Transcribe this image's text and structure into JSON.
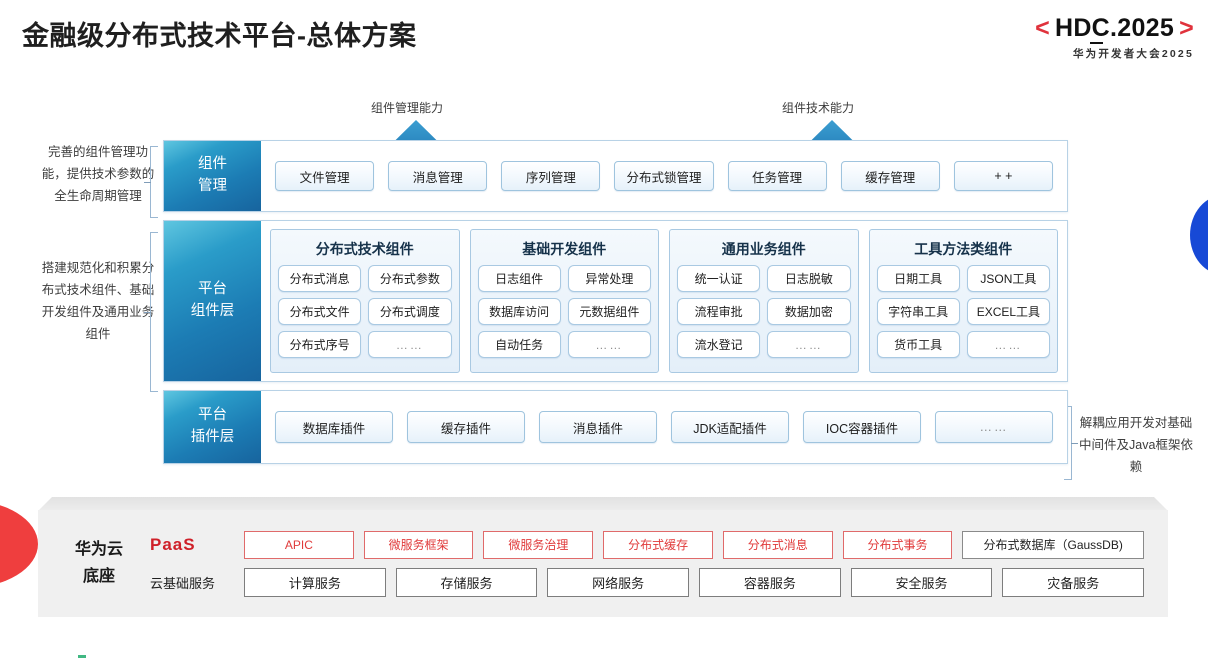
{
  "header": {
    "title": "金融级分布式技术平台-总体方案",
    "logo": {
      "left_bracket": "<",
      "text": "HDC.2025",
      "right_bracket": ">",
      "subtitle": "华为开发者大会2025",
      "bracket_color": "#e0323c"
    }
  },
  "arrows": [
    {
      "label": "组件管理能力"
    },
    {
      "label": "组件技术能力"
    }
  ],
  "side_notes": {
    "left_top": "完善的组件管理功能，提供技术参数的全生命周期管理",
    "left_mid": "搭建规范化和积累分布式技术组件、基础开发组件及通用业务组件",
    "right": "解耦应用开发对基础中间件及Java框架依赖"
  },
  "layers": {
    "management": {
      "title_line1": "组件",
      "title_line2": "管理",
      "items": [
        "文件管理",
        "消息管理",
        "序列管理",
        "分布式锁管理",
        "任务管理",
        "缓存管理",
        "+ +"
      ]
    },
    "component": {
      "title_line1": "平台",
      "title_line2": "组件层",
      "groups": [
        {
          "title": "分布式技术组件",
          "items": [
            "分布式消息",
            "分布式参数",
            "分布式文件",
            "分布式调度",
            "分布式序号",
            "……"
          ]
        },
        {
          "title": "基础开发组件",
          "items": [
            "日志组件",
            "异常处理",
            "数据库访问",
            "元数据组件",
            "自动任务",
            "……"
          ]
        },
        {
          "title": "通用业务组件",
          "items": [
            "统一认证",
            "日志脱敏",
            "流程审批",
            "数据加密",
            "流水登记",
            "……"
          ]
        },
        {
          "title": "工具方法类组件",
          "items": [
            "日期工具",
            "JSON工具",
            "字符串工具",
            "EXCEL工具",
            "货币工具",
            "……"
          ]
        }
      ]
    },
    "plugin": {
      "title_line1": "平台",
      "title_line2": "插件层",
      "items": [
        "数据库插件",
        "缓存插件",
        "消息插件",
        "JDK适配插件",
        "IOC容器插件",
        "……"
      ]
    }
  },
  "base": {
    "label_line1": "华为云",
    "label_line2": "底座",
    "paas_label": "PaaS",
    "cloud_label": "云基础服务",
    "paas_items": [
      "APIC",
      "微服务框架",
      "微服务治理",
      "分布式缓存",
      "分布式消息",
      "分布式事务"
    ],
    "paas_db": "分布式数据库（GaussDB)",
    "cloud_items": [
      "计算服务",
      "存储服务",
      "网络服务",
      "容器服务",
      "安全服务",
      "灾备服务"
    ]
  },
  "colors": {
    "brand_red": "#e0323c",
    "layer_blue": "#1c7cb4",
    "accent_blue": "#1749d6"
  }
}
